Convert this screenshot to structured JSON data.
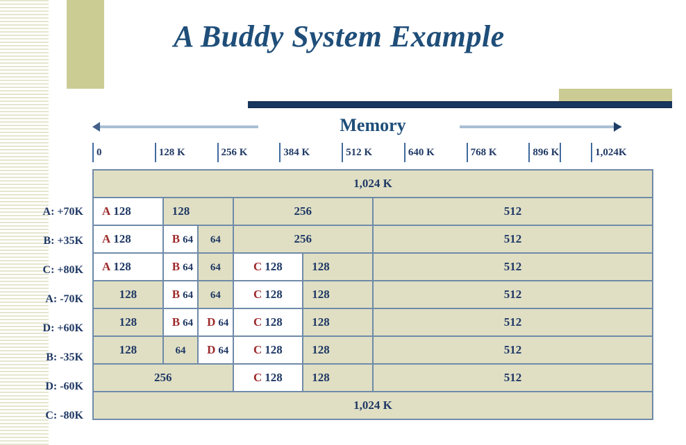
{
  "slide": {
    "title": "A Buddy System Example",
    "memory_header": "Memory",
    "arrow_left": "left-arrow",
    "arrow_right": "right-arrow"
  },
  "colors": {
    "title": "#1f4e79",
    "free_block": "#e0dfc4",
    "allocated_block": "#ffffff",
    "tag": "#9e2a2b",
    "border": "#6f8aa8",
    "accent_khaki": "#cbcb94",
    "accent_navy": "#17375e"
  },
  "scale": {
    "ticks": [
      "0",
      "128 K",
      "256 K",
      "384 K",
      "512 K",
      "640 K",
      "768 K",
      "896 K",
      "1,024K"
    ]
  },
  "table": {
    "initial_row": {
      "label": "",
      "blocks": [
        {
          "tag": "",
          "size": "1,024 K",
          "span": 16,
          "allocated": false,
          "align": "center"
        }
      ]
    },
    "rows": [
      {
        "label": "A: +70K",
        "blocks": [
          {
            "tag": "A",
            "size": "128",
            "span": 2,
            "allocated": true,
            "align": "left"
          },
          {
            "tag": "",
            "size": "128",
            "span": 2,
            "allocated": false,
            "align": "left"
          },
          {
            "tag": "",
            "size": "256",
            "span": 4,
            "allocated": false,
            "align": "center"
          },
          {
            "tag": "",
            "size": "512",
            "span": 8,
            "allocated": false,
            "align": "center"
          }
        ]
      },
      {
        "label": "B: +35K",
        "blocks": [
          {
            "tag": "A",
            "size": "128",
            "span": 2,
            "allocated": true,
            "align": "left"
          },
          {
            "tag": "B",
            "size": "64",
            "span": 1,
            "allocated": true,
            "align": "left"
          },
          {
            "tag": "",
            "size": "64",
            "span": 1,
            "allocated": false,
            "align": "center"
          },
          {
            "tag": "",
            "size": "256",
            "span": 4,
            "allocated": false,
            "align": "center"
          },
          {
            "tag": "",
            "size": "512",
            "span": 8,
            "allocated": false,
            "align": "center"
          }
        ]
      },
      {
        "label": "C: +80K",
        "blocks": [
          {
            "tag": "A",
            "size": "128",
            "span": 2,
            "allocated": true,
            "align": "left"
          },
          {
            "tag": "B",
            "size": "64",
            "span": 1,
            "allocated": true,
            "align": "left"
          },
          {
            "tag": "",
            "size": "64",
            "span": 1,
            "allocated": false,
            "align": "center"
          },
          {
            "tag": "C",
            "size": "128",
            "span": 2,
            "allocated": true,
            "align": "center"
          },
          {
            "tag": "",
            "size": "128",
            "span": 2,
            "allocated": false,
            "align": "left"
          },
          {
            "tag": "",
            "size": "512",
            "span": 8,
            "allocated": false,
            "align": "center"
          }
        ]
      },
      {
        "label": "A: -70K",
        "blocks": [
          {
            "tag": "",
            "size": "128",
            "span": 2,
            "allocated": false,
            "align": "center"
          },
          {
            "tag": "B",
            "size": "64",
            "span": 1,
            "allocated": true,
            "align": "left"
          },
          {
            "tag": "",
            "size": "64",
            "span": 1,
            "allocated": false,
            "align": "center"
          },
          {
            "tag": "C",
            "size": "128",
            "span": 2,
            "allocated": true,
            "align": "center"
          },
          {
            "tag": "",
            "size": "128",
            "span": 2,
            "allocated": false,
            "align": "left"
          },
          {
            "tag": "",
            "size": "512",
            "span": 8,
            "allocated": false,
            "align": "center"
          }
        ]
      },
      {
        "label": "D: +60K",
        "blocks": [
          {
            "tag": "",
            "size": "128",
            "span": 2,
            "allocated": false,
            "align": "center"
          },
          {
            "tag": "B",
            "size": "64",
            "span": 1,
            "allocated": true,
            "align": "left"
          },
          {
            "tag": "D",
            "size": "64",
            "span": 1,
            "allocated": true,
            "align": "left"
          },
          {
            "tag": "C",
            "size": "128",
            "span": 2,
            "allocated": true,
            "align": "center"
          },
          {
            "tag": "",
            "size": "128",
            "span": 2,
            "allocated": false,
            "align": "left"
          },
          {
            "tag": "",
            "size": "512",
            "span": 8,
            "allocated": false,
            "align": "center"
          }
        ]
      },
      {
        "label": "B: -35K",
        "blocks": [
          {
            "tag": "",
            "size": "128",
            "span": 2,
            "allocated": false,
            "align": "center"
          },
          {
            "tag": "",
            "size": "64",
            "span": 1,
            "allocated": false,
            "align": "center"
          },
          {
            "tag": "D",
            "size": "64",
            "span": 1,
            "allocated": true,
            "align": "left"
          },
          {
            "tag": "C",
            "size": "128",
            "span": 2,
            "allocated": true,
            "align": "center"
          },
          {
            "tag": "",
            "size": "128",
            "span": 2,
            "allocated": false,
            "align": "left"
          },
          {
            "tag": "",
            "size": "512",
            "span": 8,
            "allocated": false,
            "align": "center"
          }
        ]
      },
      {
        "label": "D: -60K",
        "blocks": [
          {
            "tag": "",
            "size": "256",
            "span": 4,
            "allocated": false,
            "align": "center"
          },
          {
            "tag": "C",
            "size": "128",
            "span": 2,
            "allocated": true,
            "align": "center"
          },
          {
            "tag": "",
            "size": "128",
            "span": 2,
            "allocated": false,
            "align": "left"
          },
          {
            "tag": "",
            "size": "512",
            "span": 8,
            "allocated": false,
            "align": "center"
          }
        ]
      },
      {
        "label": "C: -80K",
        "blocks": [
          {
            "tag": "",
            "size": "1,024 K",
            "span": 16,
            "allocated": false,
            "align": "center"
          }
        ]
      }
    ]
  }
}
